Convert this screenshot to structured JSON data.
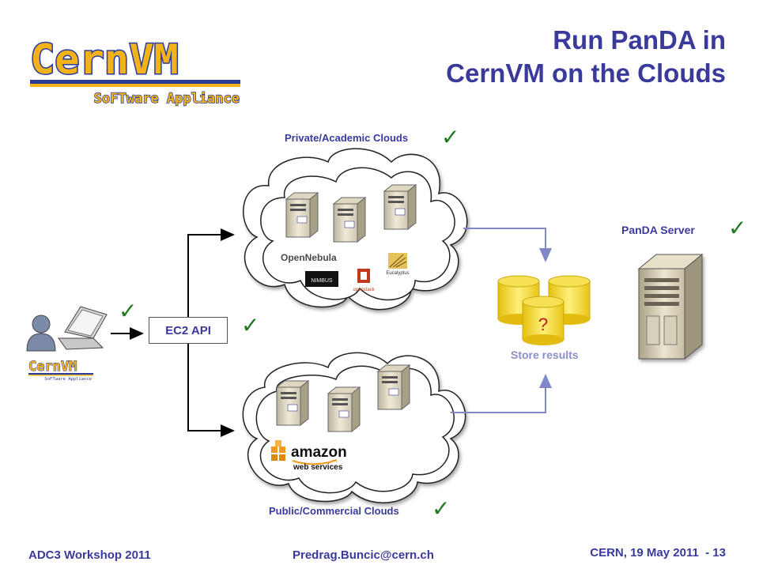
{
  "title": {
    "line1": "Run PanDA in",
    "line2": "CernVM on the Clouds"
  },
  "logo": {
    "main": "CernVM",
    "sub": "SoFTware Appliance"
  },
  "small_logo": {
    "main": "CernVM",
    "sub": "SoFTware Appliance"
  },
  "private_clouds": {
    "label": "Private/Academic Clouds",
    "brands": [
      "OpenNebula",
      "NIMBUS",
      "openstack",
      "Eucalyptus"
    ]
  },
  "public_clouds": {
    "label": "Public/Commercial Clouds",
    "brand_main": "amazon",
    "brand_sub": "web services"
  },
  "ec2": {
    "label": "EC2 API"
  },
  "storage": {
    "label": "Store results",
    "unknown": "?"
  },
  "panda": {
    "label": "PanDA Server"
  },
  "check_mark": "✓",
  "footer": {
    "left": "ADC3 Workshop 2011",
    "center": "Predrag.Buncic@cern.ch",
    "right": "CERN, 19 May 2011  - 13"
  },
  "colors": {
    "title": "#3a3a9c",
    "check": "#1e7a1e",
    "arrow": "#8088c8",
    "db": "#f2d02a"
  }
}
